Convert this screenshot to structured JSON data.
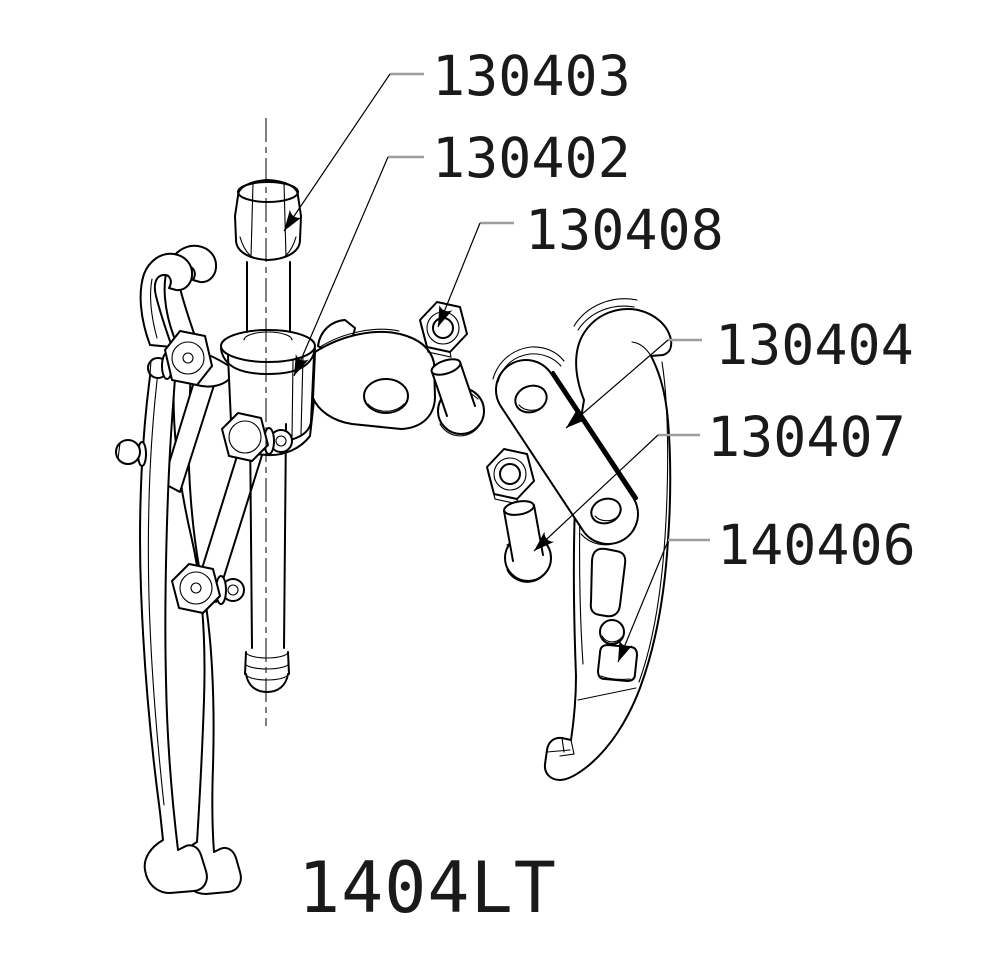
{
  "diagram": {
    "model_code": "1404LT",
    "part_labels": [
      "130403",
      "130402",
      "130408",
      "130404",
      "130407",
      "140406"
    ]
  },
  "colors": {
    "ink": "#000000",
    "leader_gray": "#9e9e9e",
    "text": "#1a1a1a",
    "paper": "#ffffff"
  }
}
